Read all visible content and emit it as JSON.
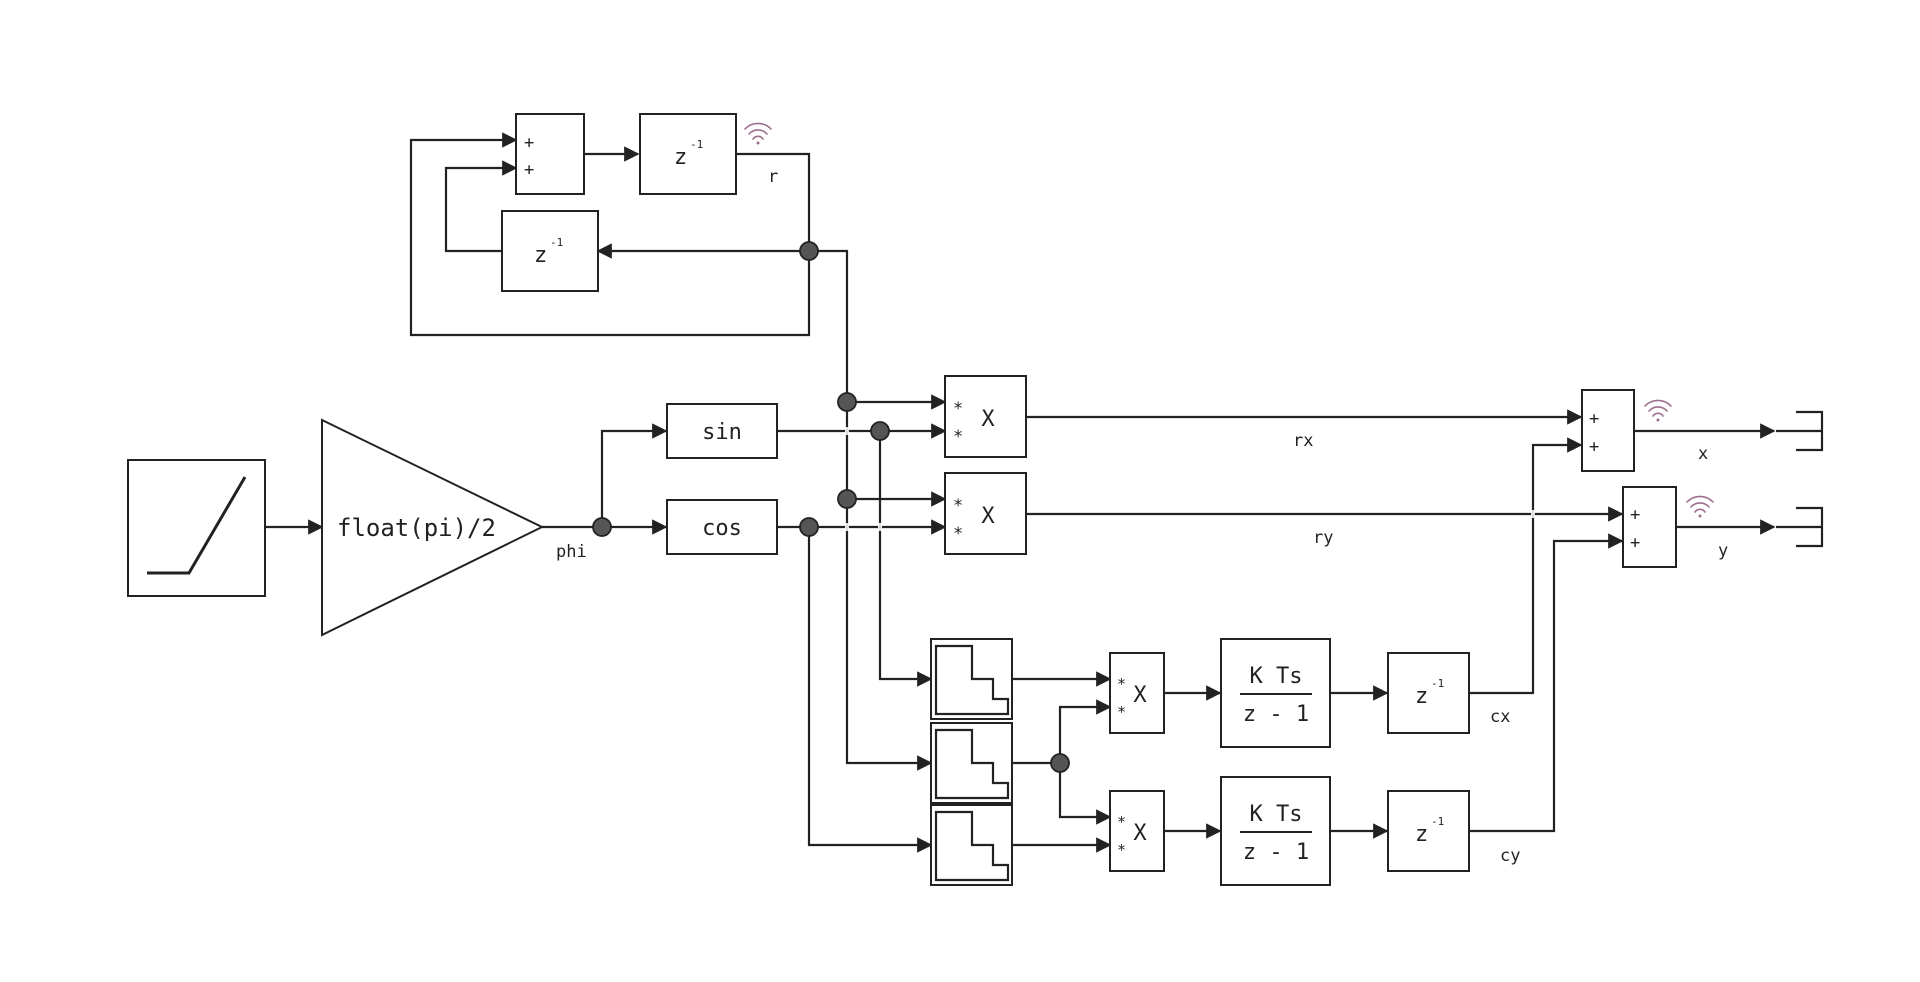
{
  "colors": {
    "line": "#222222",
    "junction": "#555555",
    "probe": "#9c6f8e"
  },
  "gain_block": {
    "expression": "float(pi)/2"
  },
  "trig_blocks": {
    "sin": "sin",
    "cos": "cos"
  },
  "product_blocks": {
    "symbol": "X",
    "input_sign": "*"
  },
  "sum_blocks": {
    "input_sign": "+"
  },
  "delay_blocks": {
    "base": "z",
    "exponent": "-1"
  },
  "integrator_blocks": {
    "numerator": "K Ts",
    "denominator": "z - 1"
  },
  "signal_labels": {
    "phi": "phi",
    "r": "r",
    "rx": "rx",
    "ry": "ry",
    "cx": "cx",
    "cy": "cy",
    "x": "x",
    "y": "y"
  },
  "icons": {
    "ramp_source": "ramp-icon",
    "zero_order_hold": "staircase-icon",
    "probe": "wifi-probe-icon",
    "output_port": "fork-output-icon"
  }
}
